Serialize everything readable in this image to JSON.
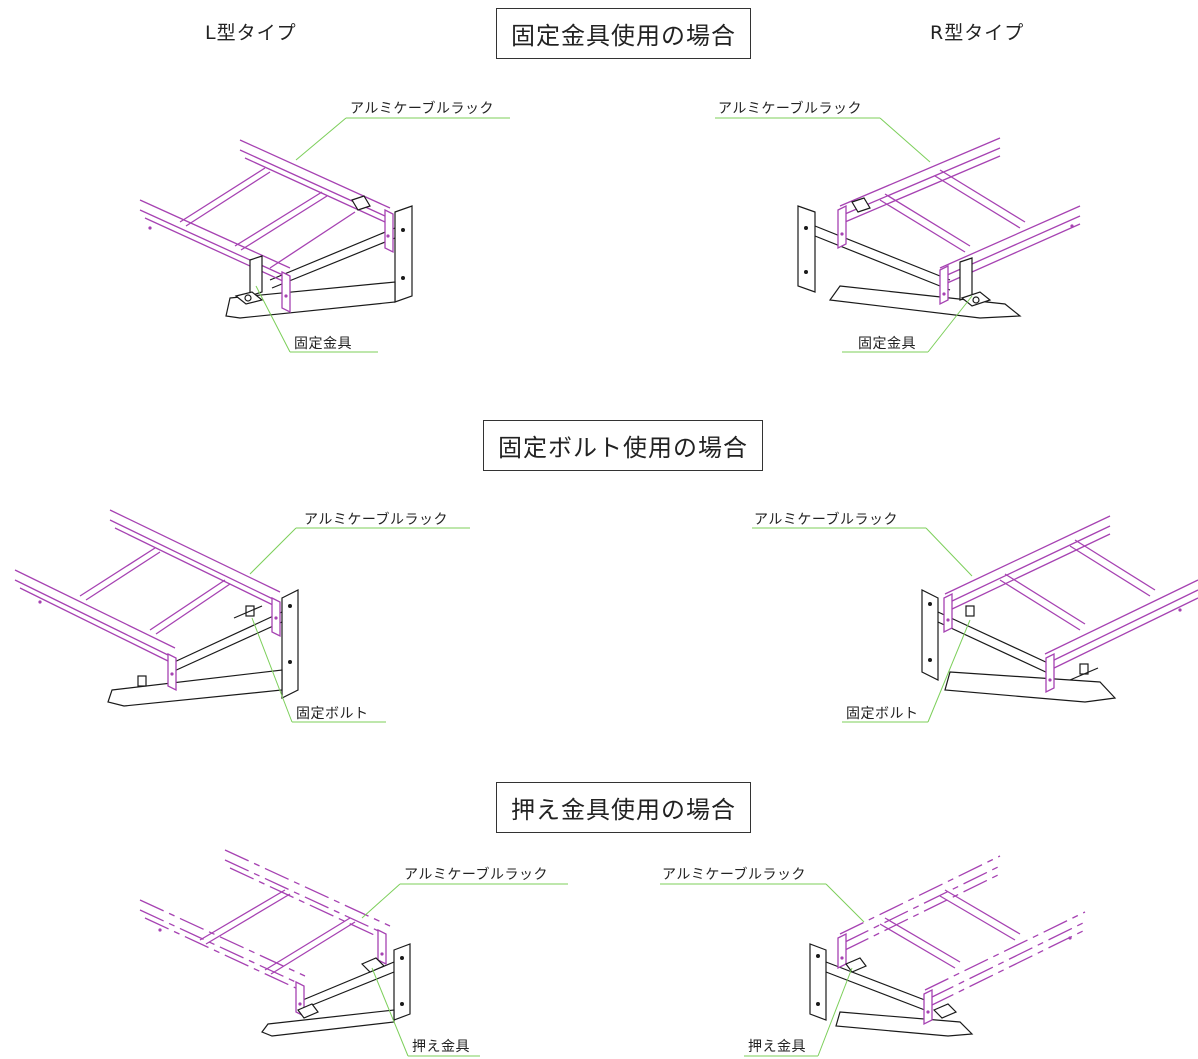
{
  "headers": {
    "left_type": "L型タイプ",
    "right_type": "R型タイプ"
  },
  "sections": [
    {
      "title": "固定金具使用の場合",
      "left_rack_label": "アルミケーブルラック",
      "left_part_label": "固定金具",
      "right_rack_label": "アルミケーブルラック",
      "right_part_label": "固定金具"
    },
    {
      "title": "固定ボルト使用の場合",
      "left_rack_label": "アルミケーブルラック",
      "left_part_label": "固定ボルト",
      "right_rack_label": "アルミケーブルラック",
      "right_part_label": "固定ボルト"
    },
    {
      "title": "押え金具使用の場合",
      "left_rack_label": "アルミケーブルラック",
      "left_part_label": "押え金具",
      "right_rack_label": "アルミケーブルラック",
      "right_part_label": "押え金具"
    }
  ],
  "colors": {
    "rack": "#a642b2",
    "bracket": "#1a1a1a",
    "leader": "#7ccf5a"
  }
}
